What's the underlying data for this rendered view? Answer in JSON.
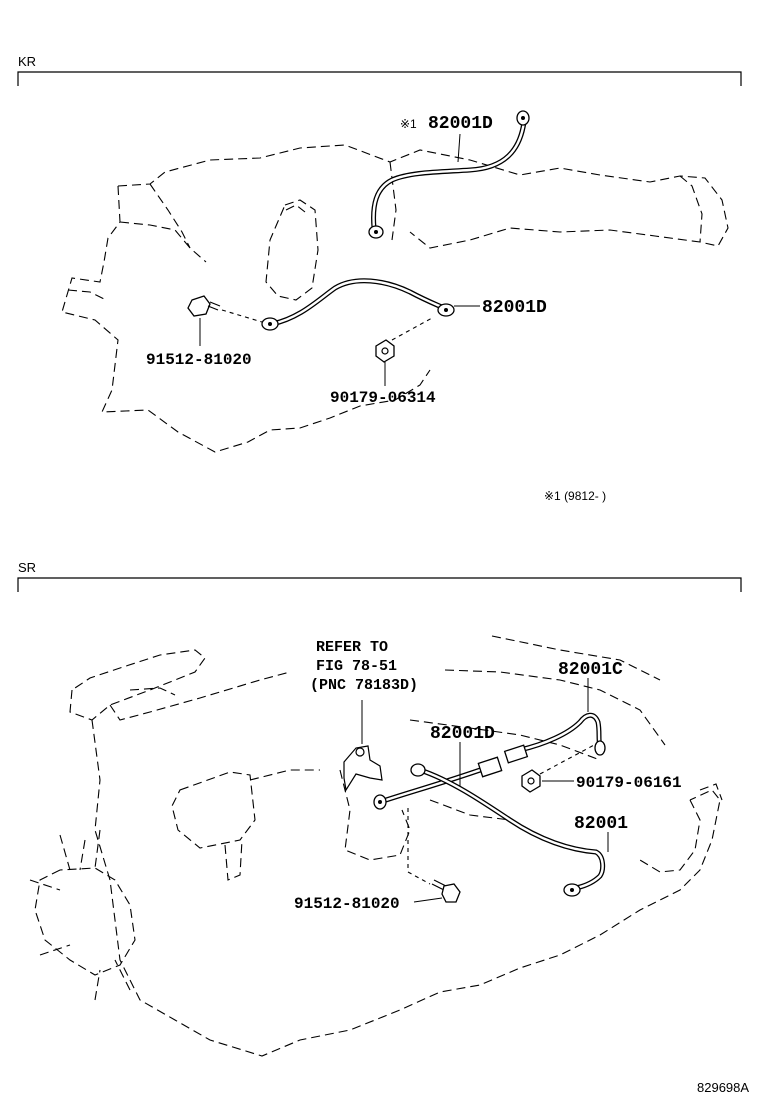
{
  "sections": [
    {
      "label": "KR",
      "parts": [
        {
          "id": "kr-82001d-top",
          "number": "82001D",
          "prefix": "※1"
        },
        {
          "id": "kr-82001d",
          "number": "82001D"
        },
        {
          "id": "kr-91512",
          "number": "91512-81020"
        },
        {
          "id": "kr-90179",
          "number": "90179-06314"
        }
      ],
      "footnote": "※1 (9812-     )"
    },
    {
      "label": "SR",
      "reference": [
        "REFER TO",
        "FIG 78-51",
        "(PNC 78183D)"
      ],
      "parts": [
        {
          "id": "sr-82001c",
          "number": "82001C"
        },
        {
          "id": "sr-82001d",
          "number": "82001D"
        },
        {
          "id": "sr-90179",
          "number": "90179-06161"
        },
        {
          "id": "sr-82001",
          "number": "82001"
        },
        {
          "id": "sr-91512",
          "number": "91512-81020"
        }
      ]
    }
  ],
  "figure_id": "829698A"
}
